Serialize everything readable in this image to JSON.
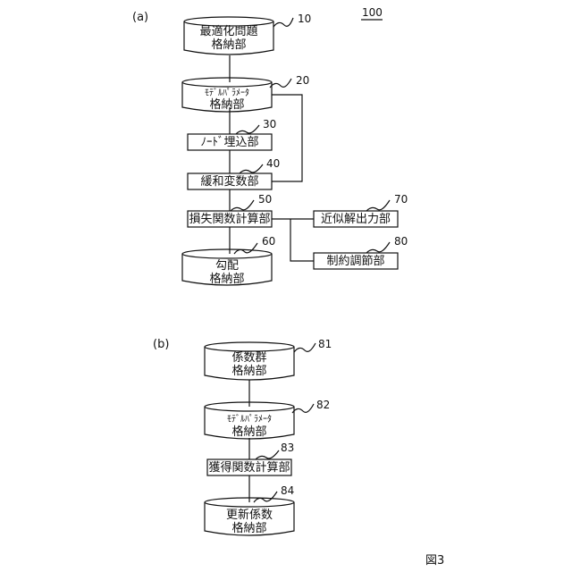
{
  "panel_a": {
    "label": "(a)",
    "system_ref": "100",
    "nodes": {
      "n10": {
        "line1": "最適化問題",
        "line2": "格納部",
        "ref": "10"
      },
      "n20": {
        "line1": "ﾓﾃﾞﾙﾊﾟﾗﾒｰﾀ",
        "line2": "格納部",
        "ref": "20"
      },
      "n30": {
        "text": "ﾉｰﾄﾞ埋込部",
        "ref": "30"
      },
      "n40": {
        "text": "緩和変数部",
        "ref": "40"
      },
      "n50": {
        "text": "損失関数計算部",
        "ref": "50"
      },
      "n60": {
        "line1": "勾配",
        "line2": "格納部",
        "ref": "60"
      },
      "n70": {
        "text": "近似解出力部",
        "ref": "70"
      },
      "n80": {
        "text": "制約調節部",
        "ref": "80"
      }
    }
  },
  "panel_b": {
    "label": "(b)",
    "nodes": {
      "n81": {
        "line1": "係数群",
        "line2": "格納部",
        "ref": "81"
      },
      "n82": {
        "line1": "ﾓﾃﾞﾙﾊﾟﾗﾒｰﾀ",
        "line2": "格納部",
        "ref": "82"
      },
      "n83": {
        "text": "獲得関数計算部",
        "ref": "83"
      },
      "n84": {
        "line1": "更新係数",
        "line2": "格納部",
        "ref": "84"
      }
    }
  },
  "figure_label": "図3"
}
